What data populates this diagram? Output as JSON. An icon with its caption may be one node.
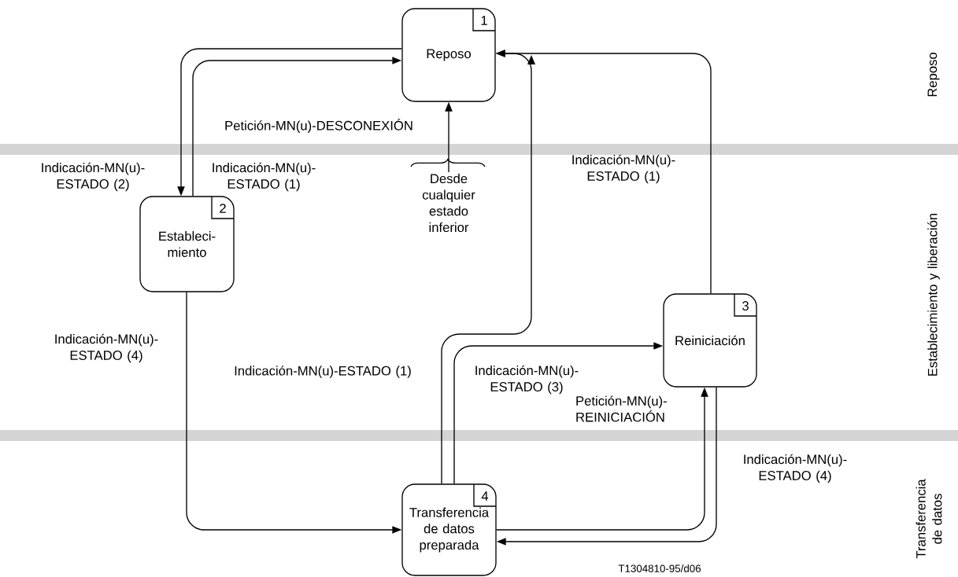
{
  "diagram": {
    "nodes": [
      {
        "text": [
          "1",
          "Reposo"
        ]
      },
      {
        "text": [
          "2",
          "Estableci- miento"
        ]
      },
      {
        "text": [
          "3",
          "Reiniciación"
        ]
      },
      {
        "text": [
          "4",
          "Transferencia de datos preparada"
        ]
      },
      {
        "text": [
          "Desde cualquier estado inferior"
        ]
      }
    ],
    "edges": [
      {
        "from": 0,
        "to": 1,
        "arrow": "to",
        "label": "Indicación-MN(u)- ESTADO (2)"
      },
      {
        "from": 1,
        "to": 0,
        "arrow": "to",
        "label": "Indicación-MN(u)- ESTADO (1)"
      },
      {
        "from": 4,
        "to": 0,
        "arrow": "to",
        "label": "Petición-MN(u)-DESCONEXIÓN"
      },
      {
        "from": 1,
        "to": 3,
        "arrow": "to",
        "label": "Indicación-MN(u)- ESTADO (4)"
      },
      {
        "from": 3,
        "to": 0,
        "arrow": "to",
        "label": "Indicación-MN(u)-ESTADO (1)"
      },
      {
        "from": 2,
        "to": 0,
        "arrow": "to",
        "label": "Indicación-MN(u)- ESTADO (1)"
      },
      {
        "from": 3,
        "to": 2,
        "arrow": "to",
        "label": "Indicación-MN(u)- ESTADO (3)"
      },
      {
        "from": 3,
        "to": 2,
        "arrow": "to",
        "label": "Petición-MN(u)- REINICIACIÓN"
      },
      {
        "from": 2,
        "to": 3,
        "arrow": "to",
        "label": "Indicación-MN(u)- ESTADO (4)"
      }
    ],
    "labels": [
      "Reposo",
      "Establecimiento y liberación",
      "Transferencia de datos",
      "T1304810-95/d06"
    ]
  }
}
